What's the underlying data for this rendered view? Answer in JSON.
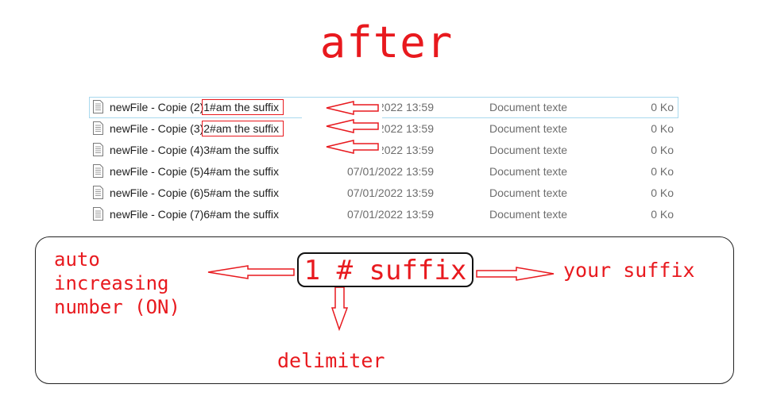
{
  "title": "after",
  "files": [
    {
      "name": "newFile - Copie (2)",
      "suffix": "1#am the suffix",
      "date": "07/01/2022 13:59",
      "type": "Document texte",
      "size": "0 Ko"
    },
    {
      "name": "newFile - Copie (3)",
      "suffix": "2#am the suffix",
      "date": "07/01/2022 13:59",
      "type": "Document texte",
      "size": "0 Ko"
    },
    {
      "name": "newFile - Copie (4)",
      "suffix": "3#am the suffix",
      "date": "07/01/2022 13:59",
      "type": "Document texte",
      "size": "0 Ko"
    },
    {
      "name": "newFile - Copie (5)",
      "suffix": "4#am the suffix",
      "date": "07/01/2022 13:59",
      "type": "Document texte",
      "size": "0 Ko"
    },
    {
      "name": "newFile - Copie (6)",
      "suffix": "5#am the suffix",
      "date": "07/01/2022 13:59",
      "type": "Document texte",
      "size": "0 Ko"
    },
    {
      "name": "newFile - Copie (7)",
      "suffix": "6#am the suffix",
      "date": "07/01/2022 13:59",
      "type": "Document texte",
      "size": "0 Ko"
    }
  ],
  "diagram": {
    "auto_label": "auto\nincreasing\nnumber (ON)",
    "formula": "1 # suffix",
    "suffix_label": "your suffix",
    "delimiter_label": "delimiter"
  },
  "colors": {
    "accent": "#e8191e",
    "selection": "#a9d9ee"
  }
}
